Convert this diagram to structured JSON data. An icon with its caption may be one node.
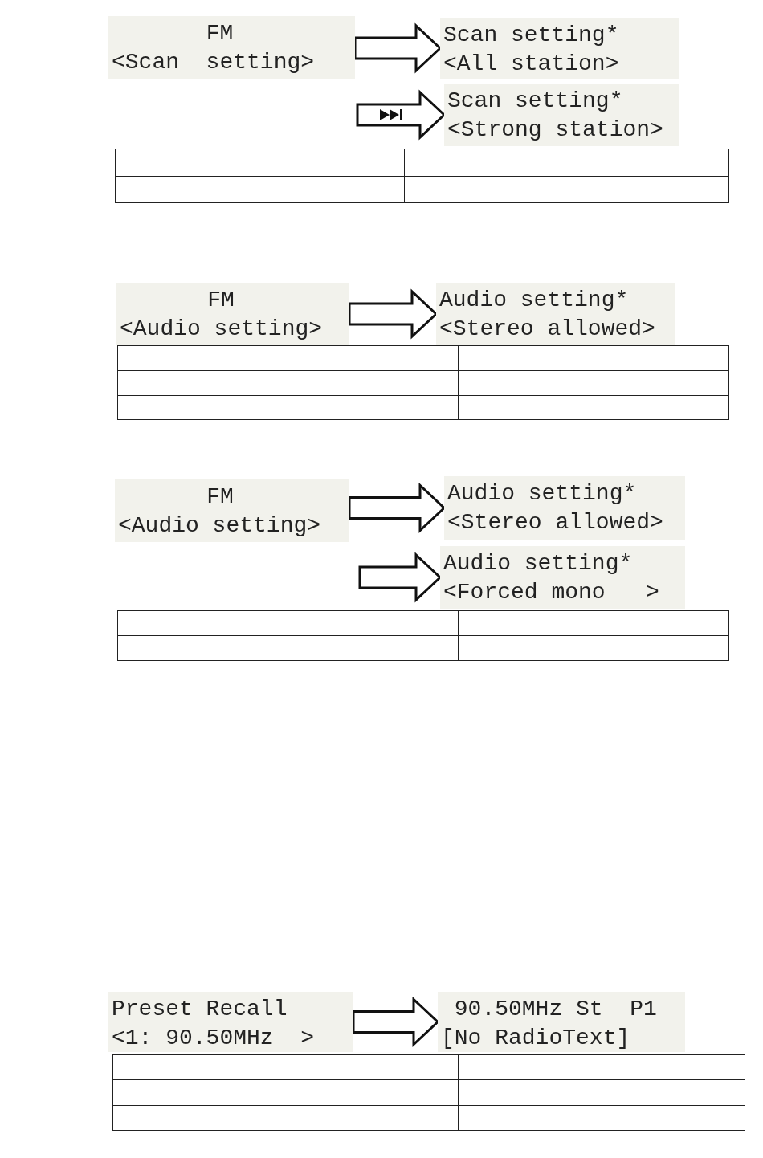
{
  "diagram": {
    "nodes": [
      {
        "text": [
          "FM",
          "<Scan  setting>"
        ]
      },
      {
        "text": [
          "Scan setting*",
          "<All station>"
        ]
      },
      {
        "text": [
          "Scan setting*",
          "<Strong station>"
        ]
      },
      {
        "text": [
          "FM",
          "<Audio setting>"
        ]
      },
      {
        "text": [
          "Audio setting*",
          "<Stereo allowed>"
        ]
      },
      {
        "text": [
          "FM",
          "<Audio setting>"
        ]
      },
      {
        "text": [
          "Audio setting*",
          "<Stereo allowed>"
        ]
      },
      {
        "text": [
          "Audio setting*",
          "<Forced mono   >"
        ]
      },
      {
        "text": [
          "Preset Recall",
          "<1: 90.50MHz  >"
        ]
      },
      {
        "text": [
          " 90.50MHz St  P1",
          "[No RadioText]"
        ]
      }
    ],
    "edges": [
      {
        "from": 0,
        "to": 1,
        "arrow": "to"
      },
      {
        "from": null,
        "to": 2,
        "arrow": "to"
      },
      {
        "from": 3,
        "to": 4,
        "arrow": "to"
      },
      {
        "from": 5,
        "to": 6,
        "arrow": "to"
      },
      {
        "from": null,
        "to": 7,
        "arrow": "to"
      },
      {
        "from": 8,
        "to": 9,
        "arrow": "to"
      }
    ]
  }
}
